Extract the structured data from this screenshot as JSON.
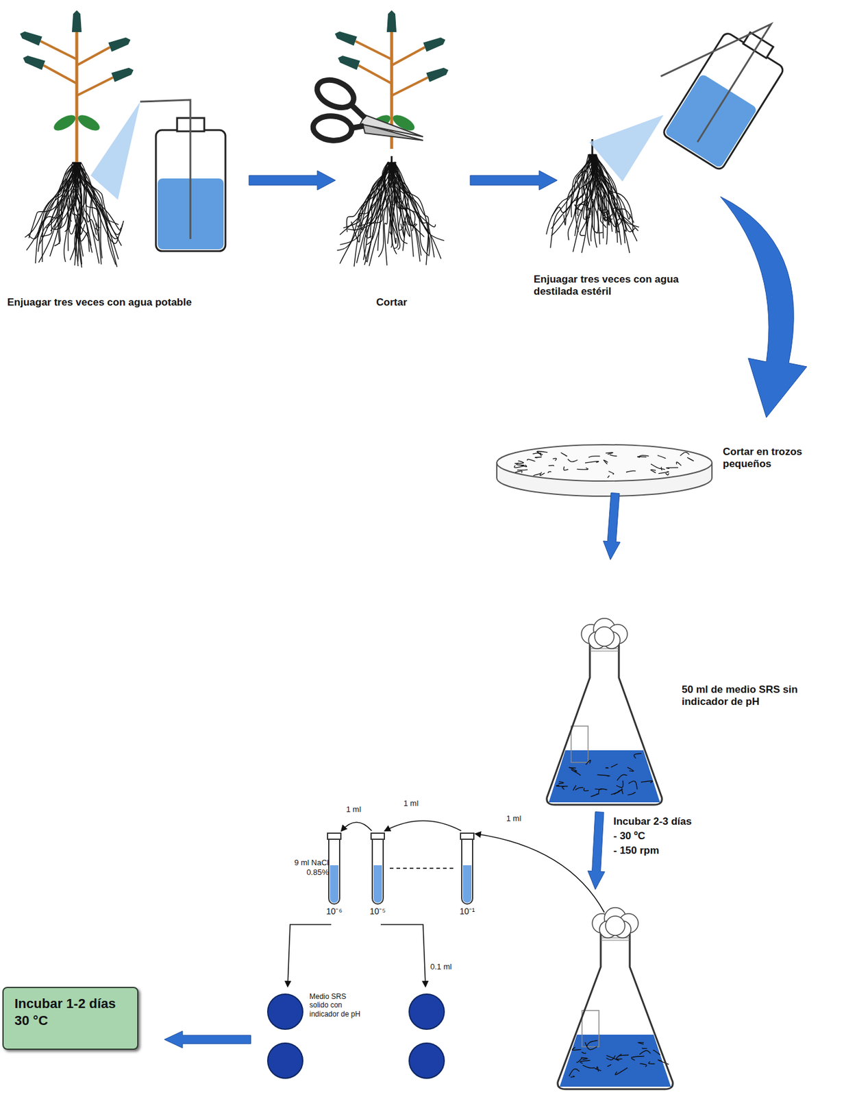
{
  "diagram": {
    "nodes": [
      {
        "text": [
          "Incubar 1-2 días",
          "30 °C"
        ]
      }
    ],
    "labels": [
      "Enjuagar tres veces con agua potable",
      "Cortar",
      "Enjuagar tres veces con agua destilada estéril",
      "Cortar en trozos pequeños",
      "50 ml de medio SRS sin indicador de pH",
      "Incubar 2-3 días",
      "- 30 ºC",
      "- 150 rpm",
      "1 ml",
      "1 ml",
      "1 ml",
      "9 ml NaCl 0.85%",
      "10⁻⁶",
      "10⁻⁵",
      "10⁻¹",
      "0.1 ml",
      "Medio SRS solido con indicador de pH"
    ]
  }
}
